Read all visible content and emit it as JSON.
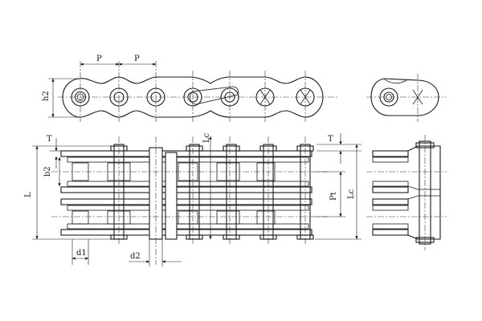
{
  "labels": {
    "pitch_left": "P",
    "pitch_right": "P",
    "height_top": "h2",
    "thickness_front": "T",
    "thickness_side": "T",
    "b2": "b2",
    "lc_center": "Lc",
    "length": "L",
    "transverse_pitch": "Pt",
    "lc_right": "Lc",
    "d1": "d1",
    "d2": "d2"
  }
}
